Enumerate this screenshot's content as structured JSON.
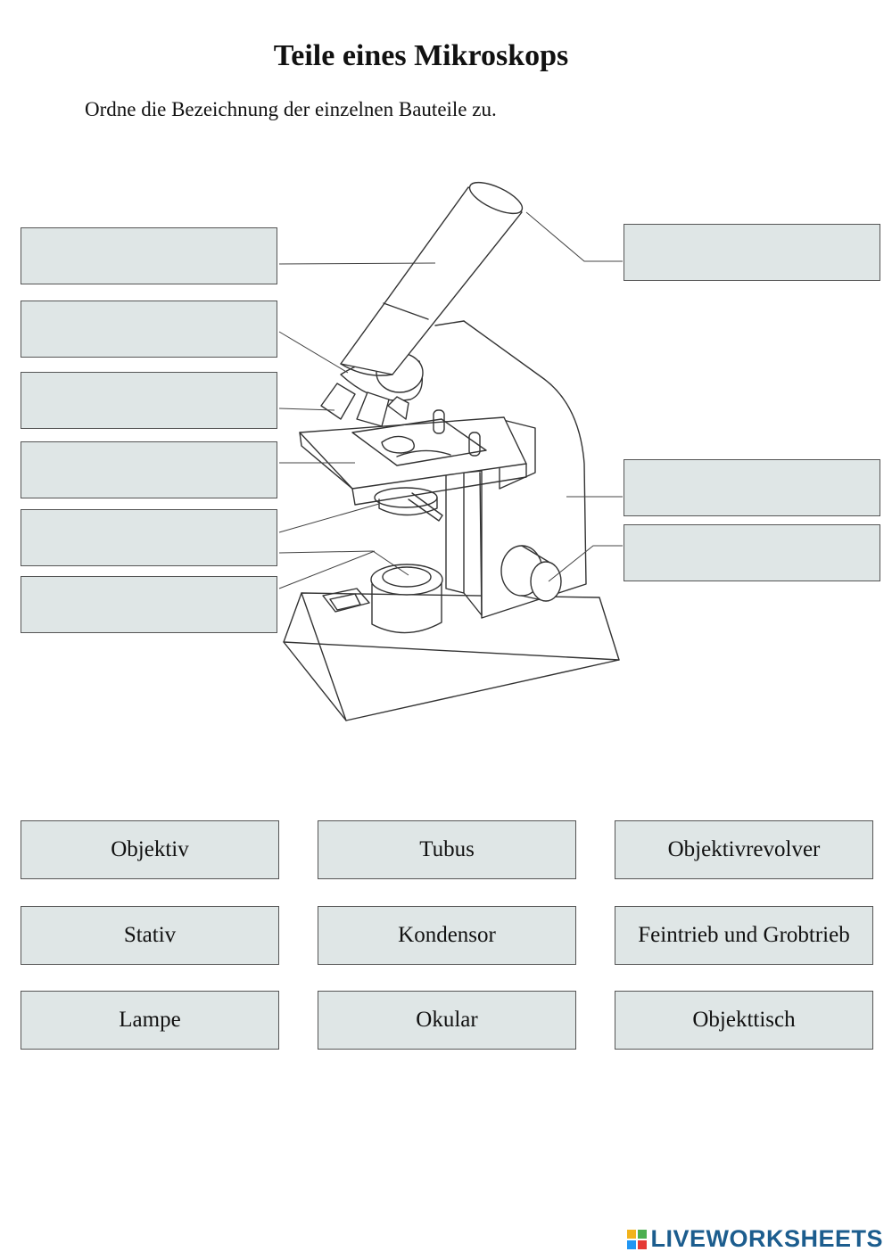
{
  "worksheet": {
    "title": "Teile eines Mikroskops",
    "instruction": "Ordne die Bezeichnung der einzelnen Bauteile zu."
  },
  "words": [
    "Objektiv",
    "Tubus",
    "Objektivrevolver",
    "Stativ",
    "Kondensor",
    "Feintrieb und Grobtrieb",
    "Lampe",
    "Okular",
    "Objekttisch"
  ],
  "footer": {
    "brand": "LIVEWORKSHEETS"
  },
  "colors": {
    "box_fill": "#dfe6e6",
    "box_border": "#555555",
    "brand": "#1c5d8e"
  },
  "icons": {
    "brand_logo": "liveworksheets-logo-icon"
  }
}
